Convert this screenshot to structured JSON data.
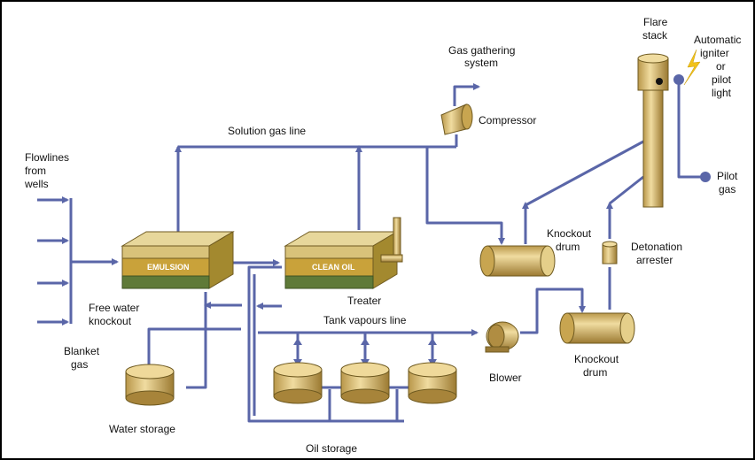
{
  "diagram": {
    "labels": {
      "flowlines": [
        "Flowlines",
        "from",
        "wells"
      ],
      "free_water_knockout": [
        "Free water",
        "knockout"
      ],
      "blanket_gas": [
        "Blanket",
        "gas"
      ],
      "water_storage": "Water storage",
      "solution_gas_line": "Solution gas line",
      "gas_gathering": [
        "Gas gathering",
        "system"
      ],
      "compressor": "Compressor",
      "treater": "Treater",
      "tank_vapours_line": "Tank vapours line",
      "oil_storage": "Oil storage",
      "blower": "Blower",
      "knockout_drum_upper": [
        "Knockout",
        "drum"
      ],
      "knockout_drum_lower": [
        "Knockout",
        "drum"
      ],
      "detonation_arrester": [
        "Detonation",
        "arrester"
      ],
      "flare_stack": [
        "Flare",
        "stack"
      ],
      "igniter": [
        "Automatic",
        "igniter",
        "or",
        "pilot",
        "light"
      ],
      "pilot_gas": [
        "Pilot",
        "gas"
      ],
      "emulsion": "EMULSION",
      "clean_oil": "CLEAN OIL"
    },
    "colors": {
      "pipe": "#5a66a8",
      "vessel_top": "#d8c27a",
      "vessel_band": "#c9a23a",
      "vessel_bottom": "#5f7a38",
      "tank": "#d8b870",
      "spark": "#f2c21b"
    }
  }
}
